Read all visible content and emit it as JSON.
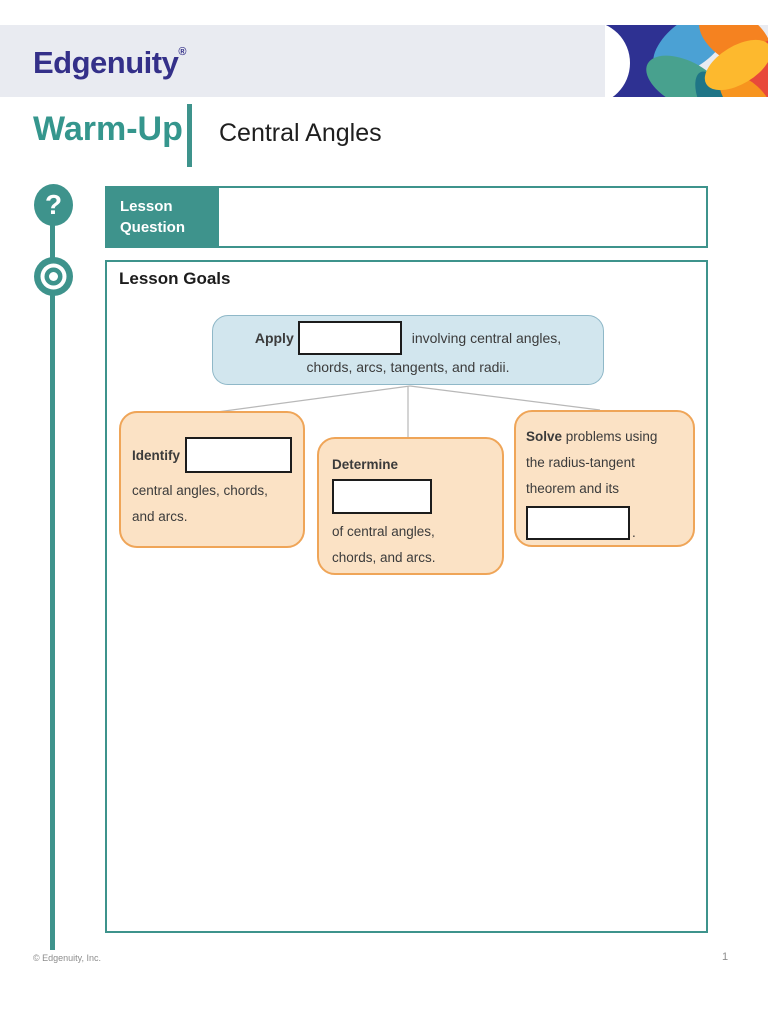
{
  "colors": {
    "teal": "#3e938c",
    "logo_indigo": "#343089",
    "header_band": "#e9ebf1",
    "apply_fill": "#d2e6ee",
    "apply_border": "#8fb8c8",
    "goal_fill": "#fbe2c5",
    "goal_border": "#efa558"
  },
  "header": {
    "logo": "Edgenuity",
    "registered_mark": "®"
  },
  "banner": {
    "module_label": "Warm-Up",
    "lesson_title": "Central Angles"
  },
  "icons": {
    "question_glyph": "?"
  },
  "lesson_question": {
    "label_line1": "Lesson",
    "label_line2": "Question",
    "answer_text": ""
  },
  "lesson_goals": {
    "heading": "Lesson Goals",
    "apply": {
      "verb": "Apply",
      "blank_value": "",
      "line1_rest": "involving central angles,",
      "line2": "chords, arcs, tangents, and radii."
    },
    "identify": {
      "verb": "Identify",
      "blank_value": "",
      "line2": "central angles, chords,",
      "line3": "and arcs."
    },
    "determine": {
      "verb": "Determine",
      "blank_value": "",
      "line2": "of central angles,",
      "line3": "chords, and arcs."
    },
    "solve": {
      "verb": "Solve",
      "line1_rest": "problems using",
      "line2": "the radius-tangent",
      "line3": "theorem and its",
      "blank_value": "",
      "after_blank": "."
    }
  },
  "footer": {
    "copyright": "© Edgenuity, Inc.",
    "page_number": "1"
  }
}
